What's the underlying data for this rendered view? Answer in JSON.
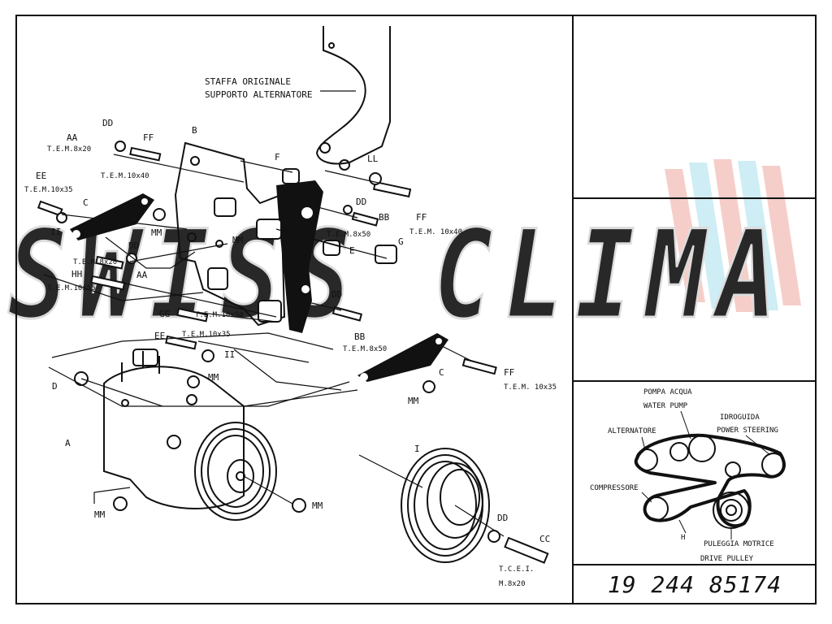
{
  "part_number": "19 244 85174",
  "notes": {
    "bracket_original_line1": "STAFFA ORIGINALE",
    "bracket_original_line2": "SUPPORTO ALTERNATORE"
  },
  "callouts": {
    "A": "A",
    "B": "B",
    "C": "C",
    "D": "D",
    "E": "E",
    "F": "F",
    "G": "G",
    "I": "I",
    "AA": "AA",
    "BB": "BB",
    "CC": "CC",
    "DD": "DD",
    "EE": "EE",
    "FF": "FF",
    "GG": "GG",
    "HH": "HH",
    "II": "II",
    "LL": "LL",
    "MM": "MM"
  },
  "specs": {
    "tem_8x20": "T.E.M.8x20",
    "tem_10x40": "T.E.M.10x40",
    "tem_10x35": "T.E.M.10x35",
    "tem_10x55": "T.E.M.10x55",
    "tem_10x50": "T.E.M.10x50",
    "tem_8x50": "T.E.M.8x50",
    "tem_10x40_sp": "T.E.M. 10x40",
    "tem_10x35_sp": "T.E.M. 10x35",
    "tem_8x20_sp": "T.E.M.8x20",
    "tcei_line1": "T.C.E.I.",
    "tcei_line2": "M.8x20"
  },
  "belt_routing": {
    "water_pump_it": "POMPA ACQUA",
    "water_pump_en": "WATER PUMP",
    "power_steering_it": "IDROGUIDA",
    "power_steering_en": "POWER STEERING",
    "alternator": "ALTERNATORE",
    "compressor": "COMPRESSORE",
    "drive_pulley_it": "PULEGGIA MOTRICE",
    "drive_pulley_en": "DRIVE PULLEY",
    "belt_label": "H"
  },
  "watermark": "SWISS CLIMA",
  "colors": {
    "line": "#111111",
    "watermark_pink": "#f6c9c4",
    "watermark_cyan": "#c9ecf3",
    "watermark_gray": "#d9d9d9"
  }
}
